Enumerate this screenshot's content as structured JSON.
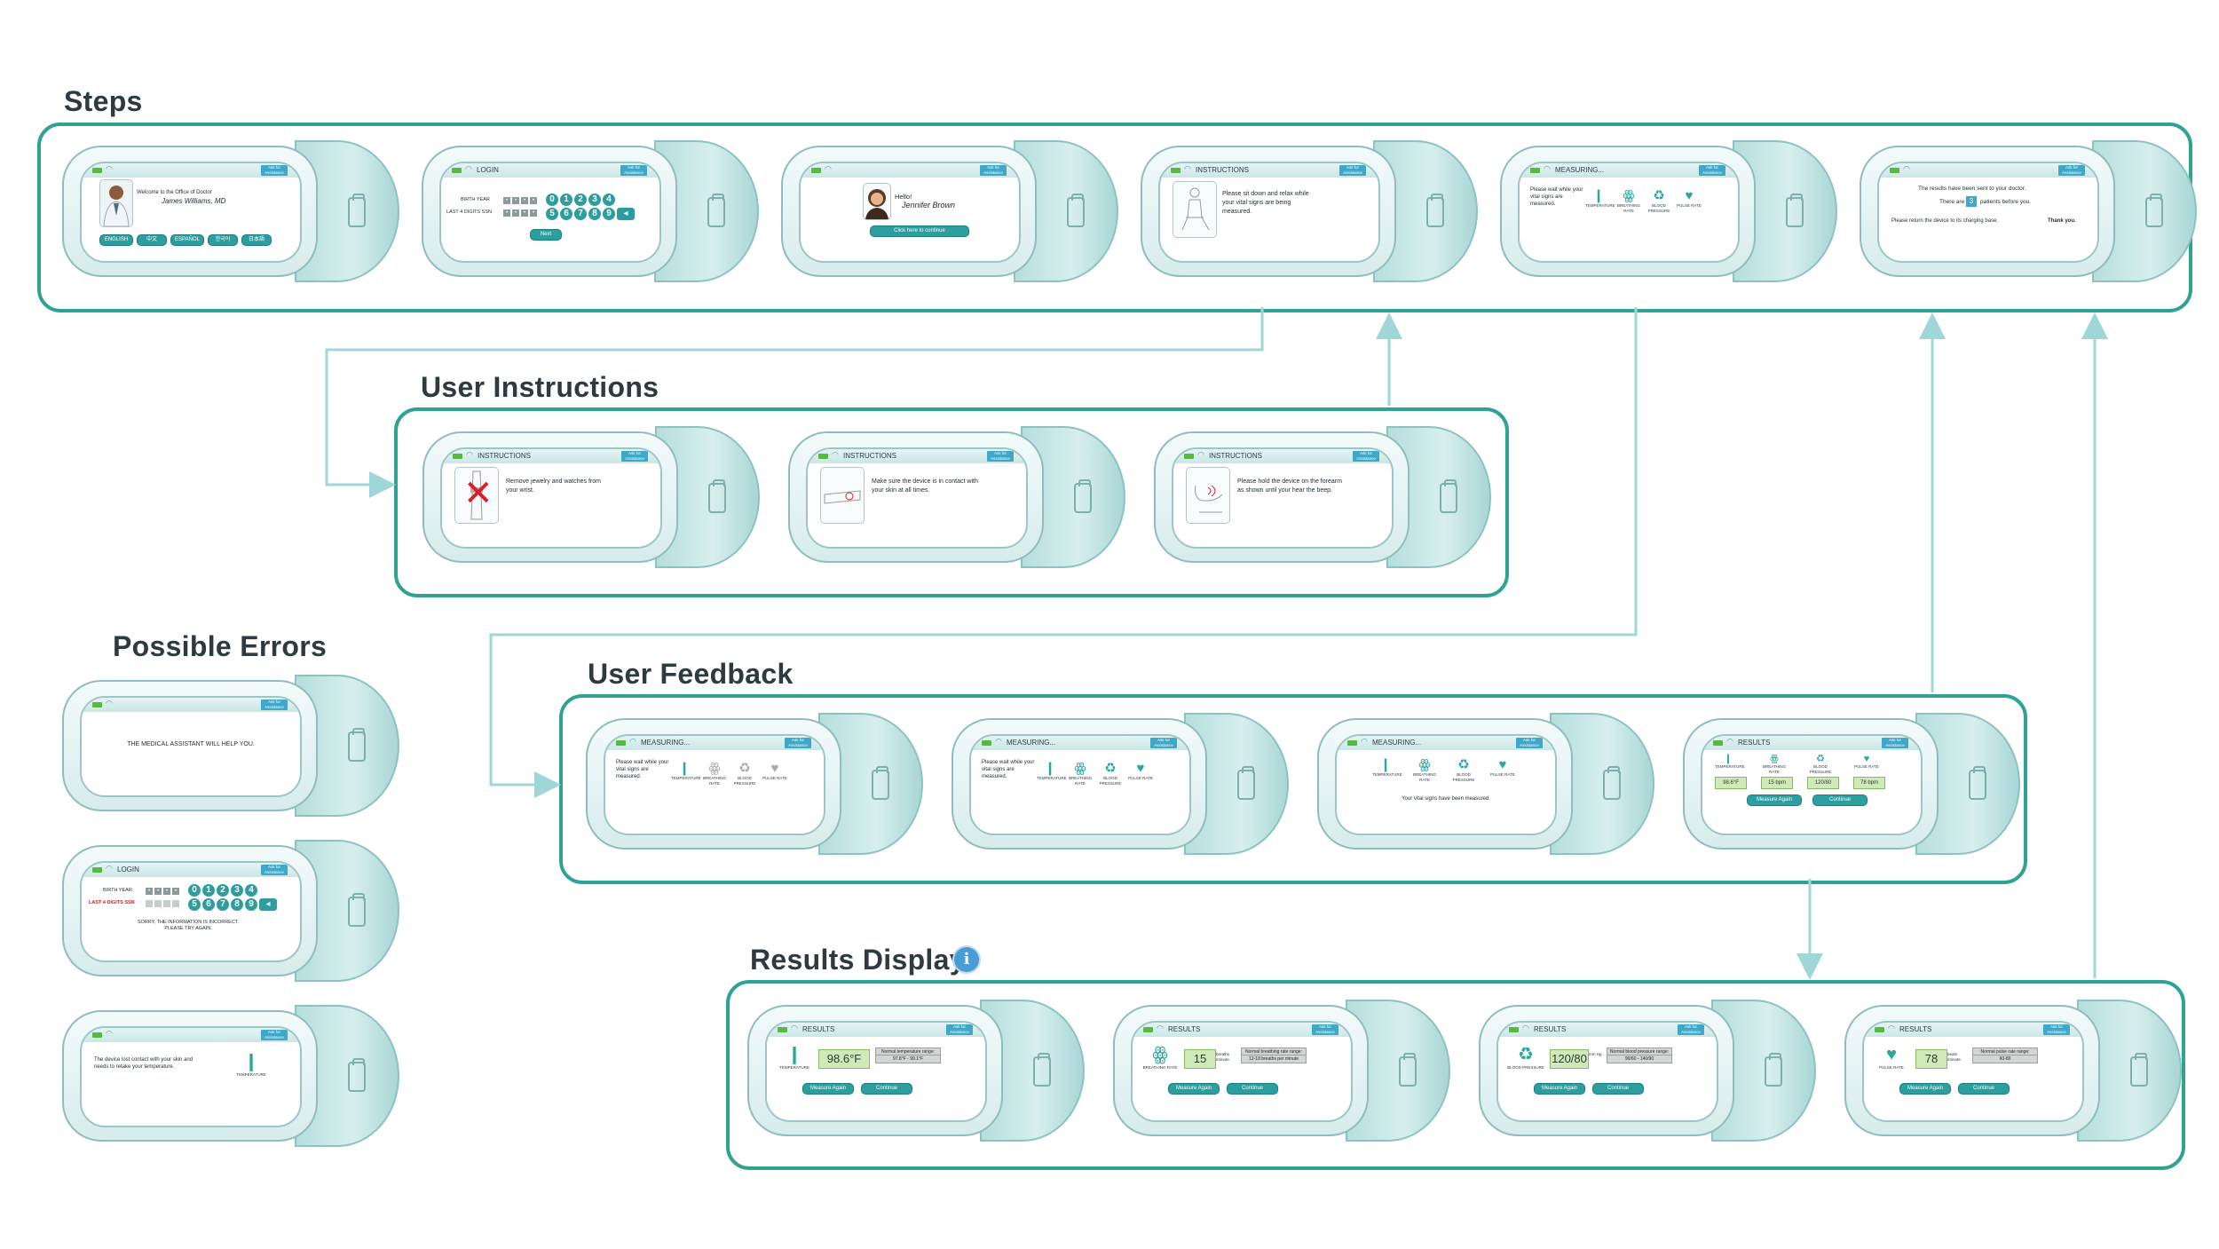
{
  "headings": {
    "steps": "Steps",
    "user_instructions": "User Instructions",
    "possible_errors": "Possible Errors",
    "user_feedback": "User Feedback",
    "results_display": "Results Display"
  },
  "info_icon": "i",
  "common": {
    "assistance": "Ask for Assistance",
    "measure_again": "Measure Again",
    "continue": "Continue"
  },
  "steps": {
    "welcome": {
      "line1": "Welcome to the Office of Doctor",
      "doctor": "James Williams, MD",
      "languages": [
        "ENGLISH",
        "中文",
        "ESPAÑOL",
        "한국어",
        "日本語"
      ]
    },
    "login": {
      "title": "LOGIN",
      "birth_year": "BIRTH YEAR",
      "ssn": "LAST 4 DIGITS SSN",
      "keys_row1": [
        "0",
        "1",
        "2",
        "3",
        "4"
      ],
      "keys_row2": [
        "5",
        "6",
        "7",
        "8",
        "9"
      ],
      "next": "Next"
    },
    "hello": {
      "greeting": "Hello!",
      "name": "Jennifer Brown",
      "button": "Click here to continue"
    },
    "instructions": {
      "title": "INSTRUCTIONS",
      "text": "Please sit down and relax while your vital signs are being measured."
    },
    "measuring": {
      "title": "MEASURING...",
      "text": "Please wait while your vital signs are measured."
    },
    "done": {
      "line1": "The results have been sent to your doctor.",
      "there_are": "There are",
      "count": "3",
      "patients": "patients before you.",
      "line3": "Please return the device to its charging base.",
      "thanks": "Thank you."
    }
  },
  "vitals": [
    "TEMPERATURE",
    "BREATHING RATE",
    "BLOOD PRESSURE",
    "PULSE RATE"
  ],
  "user_instructions": [
    {
      "title": "INSTRUCTIONS",
      "text": "Remove jewelry and watches from your wrist."
    },
    {
      "title": "INSTRUCTIONS",
      "text": "Make sure the device is in contact with your skin at all times."
    },
    {
      "title": "INSTRUCTIONS",
      "text": "Please hold the device on the forearm as shown until your hear the beep."
    }
  ],
  "errors": {
    "assistant": "THE MEDICAL ASSISTANT WILL HELP YOU.",
    "login_title": "LOGIN",
    "birth_year": "BIRTH YEAR",
    "ssn": "LAST 4 DIGITS SSN",
    "login_error": "SORRY, THE INFORMATION IS INCORRECT. PLEASE TRY AGAIN.",
    "contact": "The device lost contact with your skin and needs to retake your temperature.",
    "contact_label": "TEMPERATURE"
  },
  "feedback": {
    "measuring_title": "MEASURING...",
    "wait_text": "Please wait while your vital signs are measured.",
    "measured_text": "Your vital signs have been measured.",
    "results_title": "RESULTS",
    "values": [
      "98.6°F",
      "15 bpm",
      "120/80",
      "78 bpm"
    ]
  },
  "results": [
    {
      "title": "RESULTS",
      "label": "TEMPERATURE",
      "value": "98.6°F",
      "unit": "",
      "range_label": "Normal temperature range:",
      "range": "97.8°F - 99.1°F"
    },
    {
      "title": "RESULTS",
      "label": "BREATHING RATE",
      "value": "15",
      "unit": "breaths /minute",
      "range_label": "Normal breathing rate range:",
      "range": "12-18 breaths per minute"
    },
    {
      "title": "RESULTS",
      "label": "BLOOD PRESSURE",
      "value": "120/80",
      "unit": "mm Hg",
      "range_label": "Normal blood pressure range:",
      "range": "90/60 - 140/90"
    },
    {
      "title": "RESULTS",
      "label": "PULSE RATE",
      "value": "78",
      "unit": "beats /minute",
      "range_label": "Normal pulse rate range:",
      "range": "60-80"
    }
  ],
  "colors": {
    "accent": "#2fa293",
    "device": "#b5dedd",
    "button": "#2d9e9f",
    "value_box": "#cfe9b8",
    "error": "#d3202a"
  }
}
